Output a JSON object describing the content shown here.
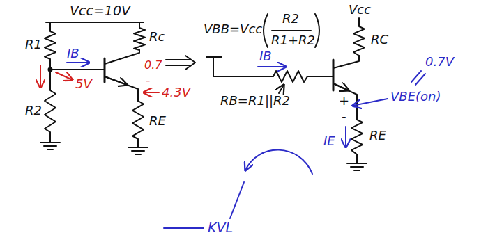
{
  "diagram": {
    "labels": [
      "Vcc=10V",
      "R1",
      "IB",
      "5V",
      "0.7",
      "-",
      "4.3V",
      "Rc",
      "R2",
      "RE",
      "VBB=Vcc",
      "R2",
      "R1+R2",
      "Vcc",
      "RC",
      "IB",
      "RB=R1||R2",
      "+",
      "VBE(on)",
      "0.7V",
      "-",
      "RE",
      "IE",
      "KVL"
    ]
  }
}
